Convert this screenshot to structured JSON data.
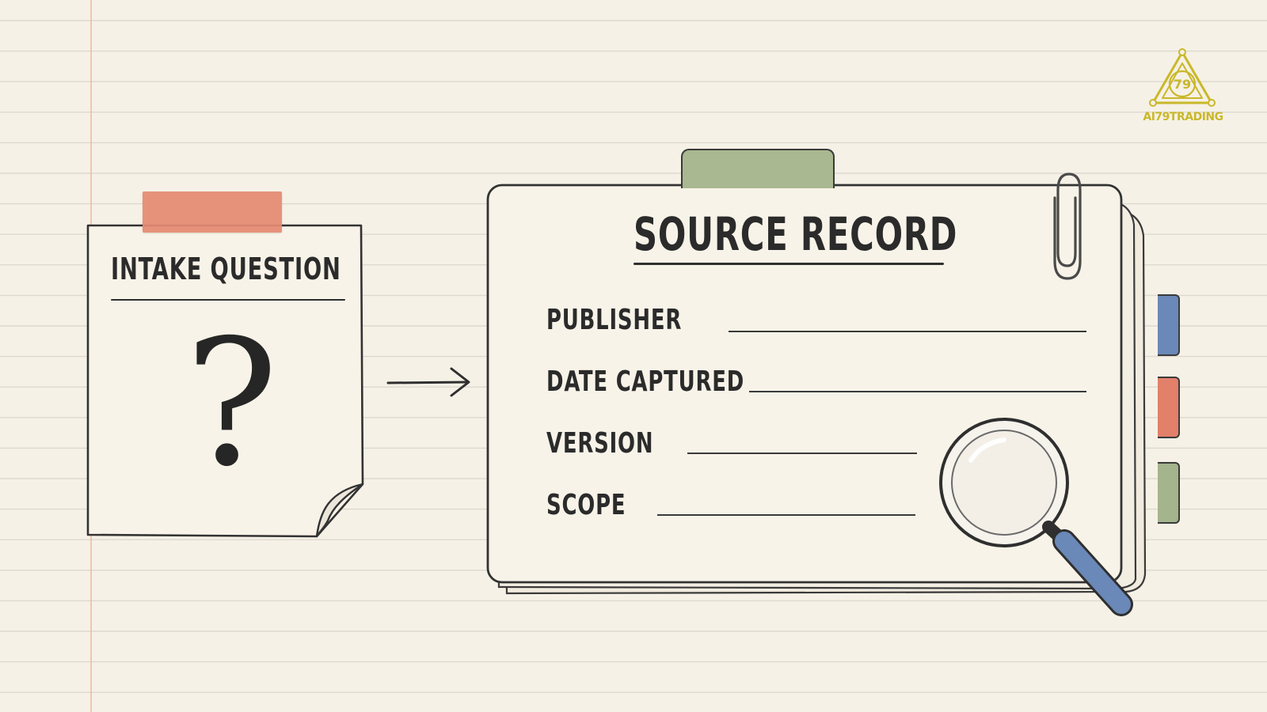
{
  "intake": {
    "title": "INTAKE QUESTION",
    "symbol": "?"
  },
  "record": {
    "title": "SOURCE RECORD",
    "fields": [
      {
        "label": "PUBLISHER"
      },
      {
        "label": "DATE CAPTURED"
      },
      {
        "label": "VERSION"
      },
      {
        "label": "SCOPE"
      }
    ]
  },
  "logo": {
    "text": "AI79TRADING",
    "number": "79"
  },
  "colors": {
    "paper": "#f6f1e6",
    "ruled_line": "#ddd9d0",
    "margin_line": "#eeb8a8",
    "tape_red": "#e58a72",
    "tab_green": "#a9b890",
    "tab_blue": "#6a88b8",
    "ink": "#2b2b2b",
    "logo_gold": "#c9b82a"
  },
  "icons": [
    "arrow-right-icon",
    "paperclip-icon",
    "magnifier-icon",
    "question-mark-icon",
    "logo-icon"
  ]
}
